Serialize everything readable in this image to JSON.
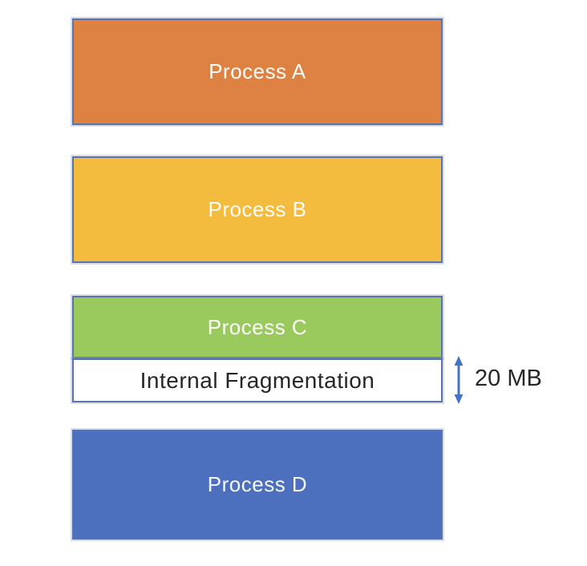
{
  "diagram": {
    "description": "Internal fragmentation memory allocation diagram",
    "border_color": "#5b73a9",
    "blocks": [
      {
        "id": "process-a",
        "label": "Process A",
        "fill": "#de8244",
        "text_color": "#fffdfa"
      },
      {
        "id": "process-b",
        "label": "Process B",
        "fill": "#f3bc3f",
        "text_color": "#fffdfa"
      },
      {
        "id": "process-c",
        "label": "Process C",
        "fill": "#9aca5e",
        "text_color": "#fdfef9"
      },
      {
        "id": "internal-fragmentation",
        "label": "Internal Fragmentation",
        "fill": "#ffffff",
        "text_color": "#262626"
      },
      {
        "id": "process-d",
        "label": "Process D",
        "fill": "#4c70bd",
        "text_color": "#f4f7fd"
      }
    ],
    "annotation": {
      "label": "20 MB",
      "arrow_icon": "vertical-double-arrow-icon",
      "arrow_color": "#4472c4",
      "text_color": "#262626"
    }
  }
}
